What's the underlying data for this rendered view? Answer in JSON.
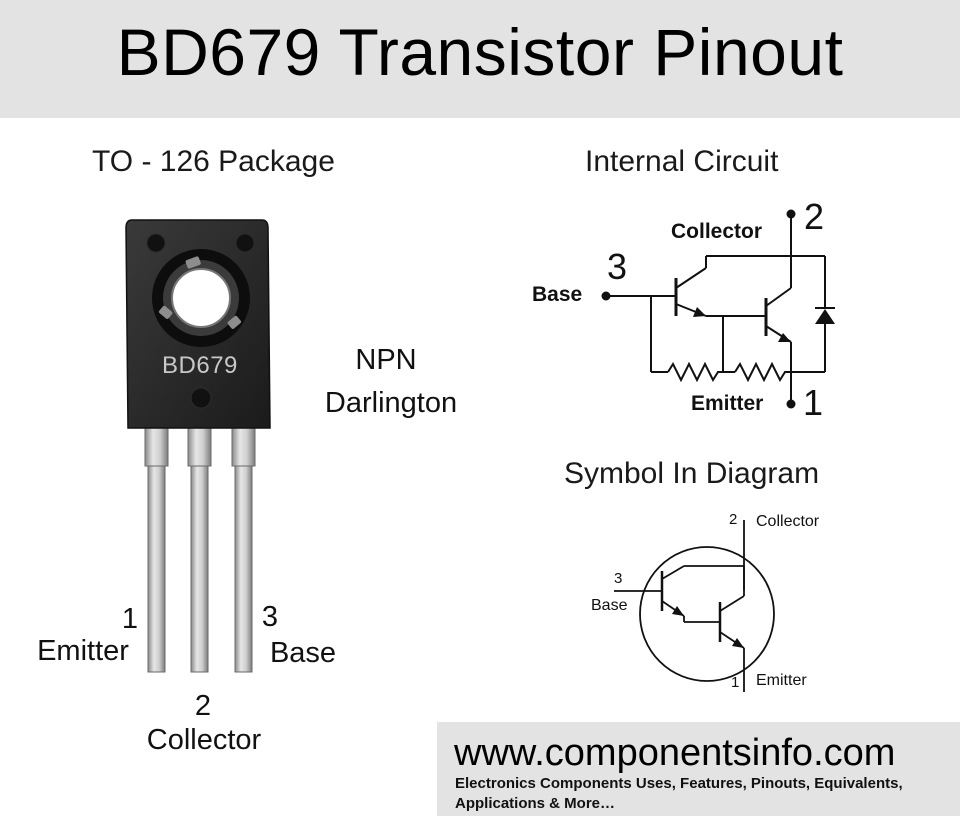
{
  "title": "BD679 Transistor Pinout",
  "package": {
    "heading": "TO - 126 Package",
    "marking": "BD679",
    "type_line1": "NPN",
    "type_line2": "Darlington",
    "pins": {
      "emitter_num": "1",
      "emitter_label": "Emitter",
      "base_num": "3",
      "base_label": "Base",
      "collector_num": "2",
      "collector_label": "Collector"
    }
  },
  "internal_circuit": {
    "heading": "Internal Circuit",
    "collector_label": "Collector",
    "collector_num": "2",
    "base_label": "Base",
    "base_num": "3",
    "emitter_label": "Emitter",
    "emitter_num": "1"
  },
  "symbol": {
    "heading": "Symbol In Diagram",
    "collector_num": "2",
    "collector_label": "Collector",
    "base_num": "3",
    "base_label": "Base",
    "emitter_num": "1",
    "emitter_label": "Emitter"
  },
  "footer": {
    "site": "www.componentsinfo.com",
    "tagline": "Electronics Components Uses, Features, Pinouts, Equivalents, Applications & More…"
  }
}
